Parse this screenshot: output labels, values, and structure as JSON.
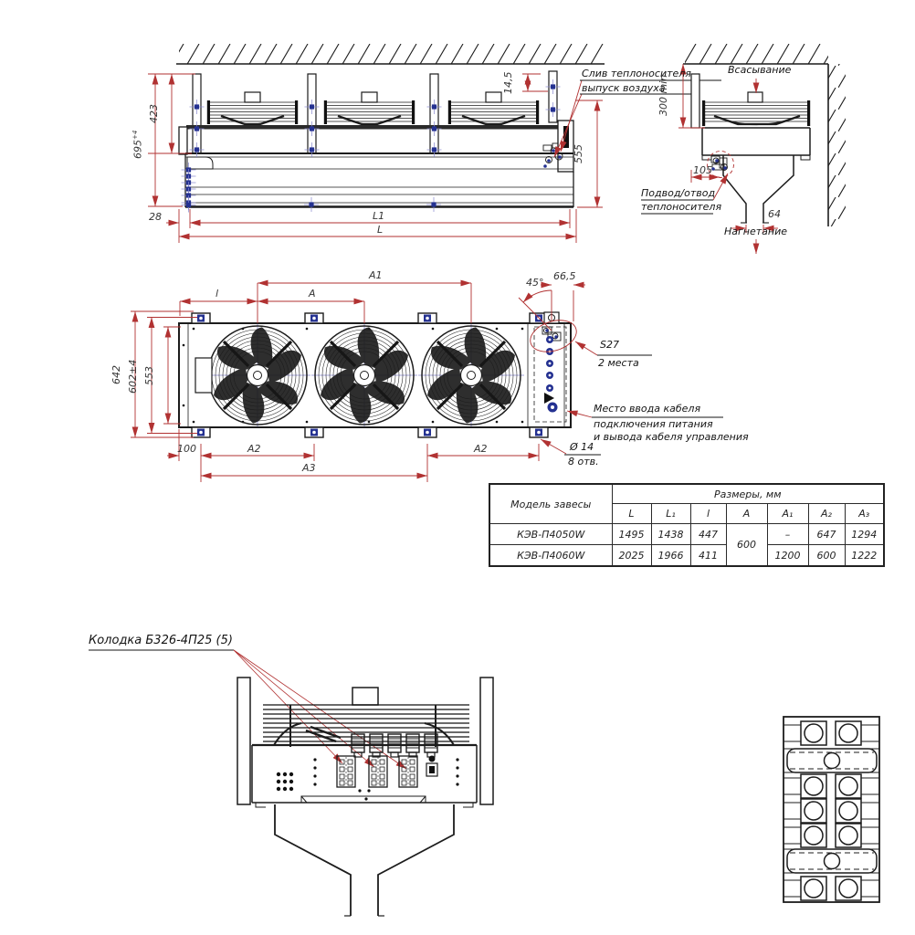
{
  "front_view": {
    "note_drain": [
      "Слив теплоносителя",
      "выпуск воздуха"
    ],
    "dims": {
      "total_height": "695",
      "total_height_tol": "+4",
      "bracket_height": "423",
      "top_gap": "14,5",
      "body_height": "555",
      "left_offset": "28",
      "length_inner": "L1",
      "length_total": "L"
    }
  },
  "side_view": {
    "labels": {
      "suction": "Всасывание",
      "discharge": "Нагнетание"
    },
    "note_supply": [
      "Подвод/отвод",
      "теплоносителя"
    ],
    "dims": {
      "ceiling_clearance": "300 min",
      "pipe_offset": "105",
      "outlet_width": "64"
    }
  },
  "plan_view": {
    "dims": {
      "a1": "A1",
      "l": "l",
      "a": "A",
      "angle": "45°",
      "fitting_offset": "66,5",
      "width_total": "642",
      "width_mount": "602±4",
      "width_inner": "553",
      "edge_offset": "100",
      "a2": "A2",
      "a3": "A3"
    },
    "note_wrench": [
      "S27",
      "2 места"
    ],
    "note_cable": [
      "Место ввода кабеля",
      "подключения питания",
      "и вывода кабеля управления"
    ],
    "note_holes": [
      "Ø 14",
      "8 отв."
    ]
  },
  "table": {
    "model_header": "Модель завесы",
    "sizes_header": "Размеры, мм",
    "columns": [
      "L",
      "L₁",
      "l",
      "A",
      "A₁",
      "A₂",
      "A₃"
    ],
    "rows": [
      {
        "model": "КЭВ-П4050W",
        "L": "1495",
        "L1": "1438",
        "l": "447",
        "A": "600",
        "A1": "–",
        "A2": "647",
        "A3": "1294"
      },
      {
        "model": "КЭВ-П4060W",
        "L": "2025",
        "L1": "1966",
        "l": "411",
        "A": "600",
        "A1": "1200",
        "A2": "600",
        "A3": "1222"
      }
    ]
  },
  "bottom_view": {
    "terminal_note": "Колодка Б326-4П25 (5)"
  }
}
